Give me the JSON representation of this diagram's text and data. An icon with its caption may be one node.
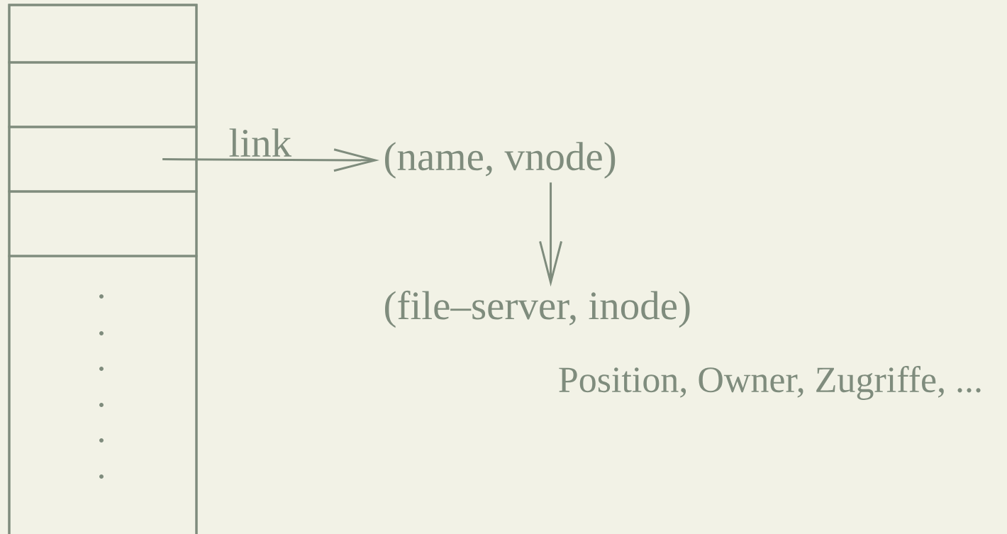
{
  "diagram": {
    "nodes": [
      {
        "text": [],
        "shape": "box"
      },
      {
        "text": [],
        "shape": "box",
        "in": 0
      },
      {
        "text": [],
        "shape": "box",
        "in": 0
      },
      {
        "text": [],
        "shape": "box",
        "in": 0
      },
      {
        "text": [],
        "shape": "box",
        "in": 0
      },
      {
        "text": [],
        "shape": "box",
        "in": 0
      },
      {
        "text": [
          "(name, vnode)"
        ]
      },
      {
        "text": [
          "(file–server, inode)"
        ]
      }
    ],
    "edges": [
      {
        "from": 3,
        "to": 6,
        "arrow": "to",
        "label": "link"
      },
      {
        "from": 6,
        "to": 7,
        "arrow": "to"
      }
    ],
    "labels": [
      "Position, Owner, Zugriffe, ..."
    ]
  }
}
